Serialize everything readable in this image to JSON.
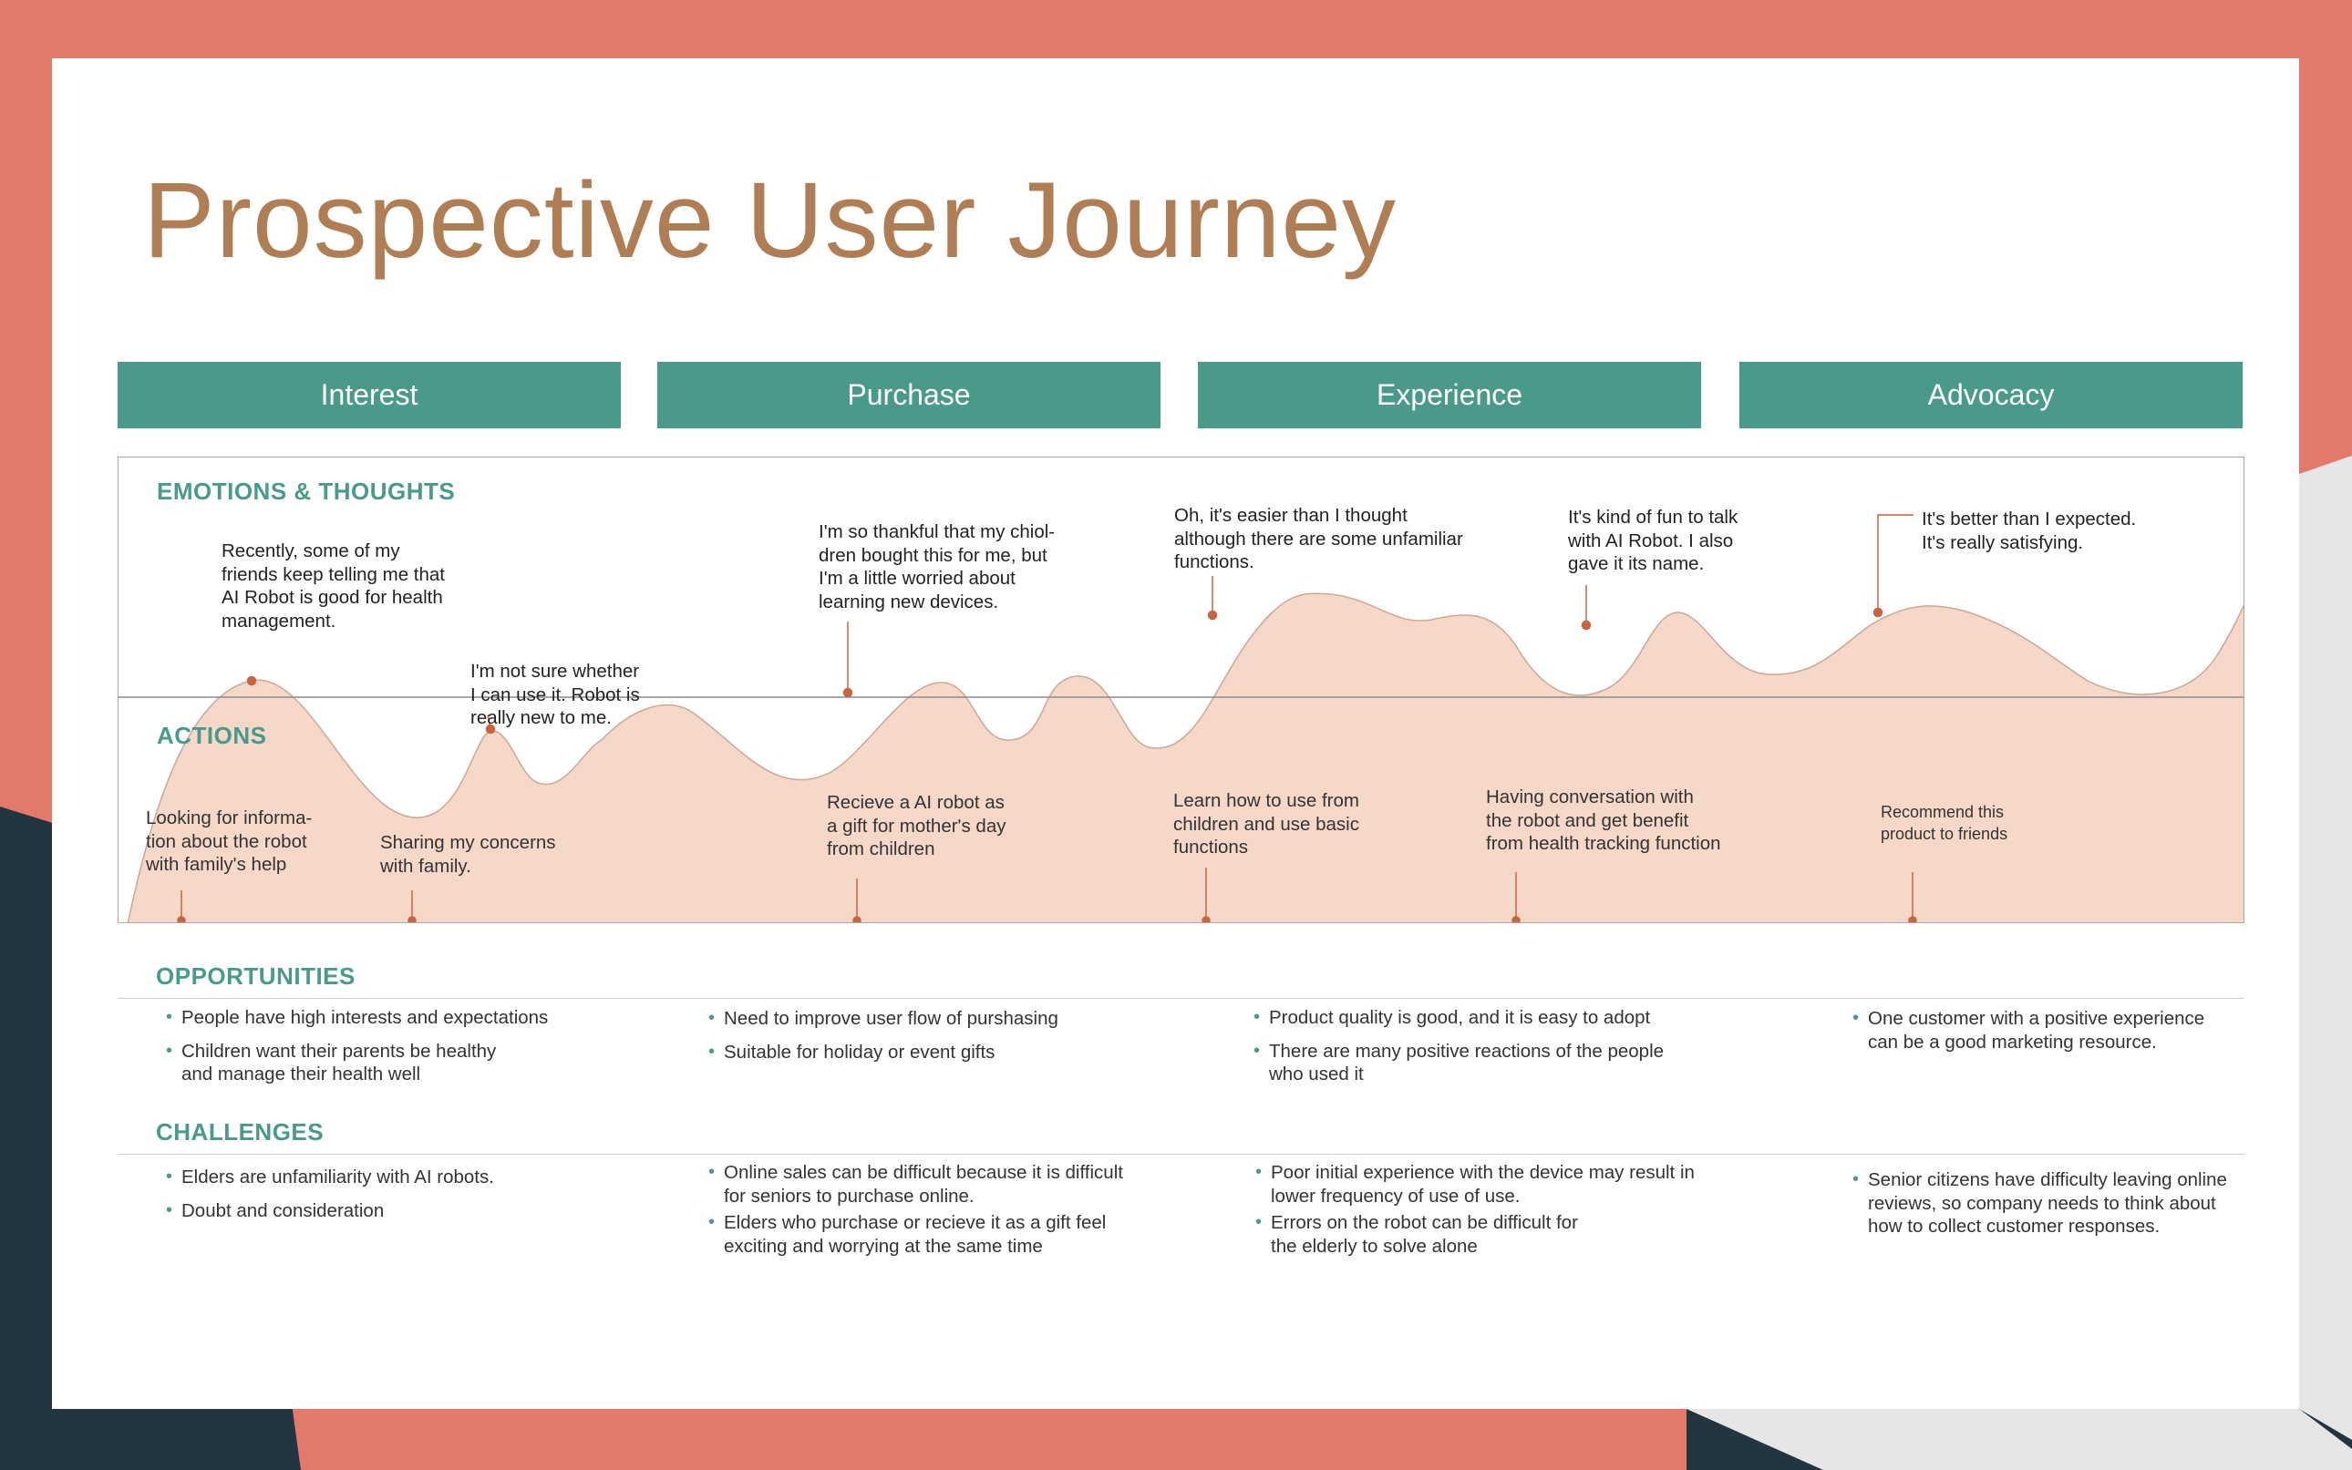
{
  "title": "Prospective User Journey",
  "stages": [
    "Interest",
    "Purchase",
    "Experience",
    "Advocacy"
  ],
  "sections": {
    "emotions": "EMOTIONS & THOUGHTS",
    "actions": "ACTIONS",
    "opportunities": "OPPORTUNITIES",
    "challenges": "CHALLENGES"
  },
  "thoughts": [
    [
      "Recently, some of my",
      "friends keep telling me that",
      "AI Robot is good for health",
      "management."
    ],
    [
      "I'm not sure whether",
      "I can use it. Robot is",
      "really new to me."
    ],
    [
      "I'm so thankful that my chiol-",
      "dren bought this for me, but",
      "I'm a little worried about",
      "learning new devices."
    ],
    [
      "Oh, it's easier than I thought",
      "although there are some unfamiliar",
      "functions."
    ],
    [
      "It's kind of fun to talk",
      "with AI Robot. I also",
      "gave it its name."
    ],
    [
      "It's better than I expected.",
      "It's really satisfying."
    ]
  ],
  "actions": [
    [
      "Looking for informa-",
      "tion about the robot",
      "with family's help"
    ],
    [
      "Sharing my concerns",
      "with family."
    ],
    [
      "Recieve a AI robot as",
      "a gift for mother's day",
      "from children"
    ],
    [
      "Learn how to use from",
      "children and use basic",
      "functions"
    ],
    [
      "Having conversation with",
      "the robot and get benefit",
      "from health tracking function"
    ],
    [
      "Recommend this",
      "product to friends"
    ]
  ],
  "opportunities": [
    [
      "People have high interests and expectations",
      "Children want their parents be healthy\nand manage their health well"
    ],
    [
      "Need to improve user flow of purshasing",
      "Suitable for holiday or event gifts"
    ],
    [
      "Product quality is good, and it is easy to adopt",
      "There are many positive reactions of the people\nwho used it"
    ],
    [
      "One customer with a positive experience\ncan be a good marketing resource."
    ]
  ],
  "challenges": [
    [
      "Elders are unfamiliarity with AI robots.",
      "Doubt and consideration"
    ],
    [
      "Online sales can be difficult because it is difficult\nfor seniors to purchase online.",
      "Elders who purchase or recieve it as a gift feel\nexciting and worrying at the same time"
    ],
    [
      "Poor initial experience with the device may result in\nlower frequency of use of use.",
      "Errors on the robot can be difficult for\nthe elderly to solve alone"
    ],
    [
      "Senior citizens have difficulty leaving online\nreviews, so company needs to think about\nhow to collect customer responses."
    ]
  ],
  "colors": {
    "accent": "#4a9a8c",
    "title": "#b07e55",
    "curve_fill": "#f6d8c8",
    "marker": "#c8653f",
    "background_coral": "#e27a6c",
    "background_navy": "#233640"
  },
  "emotion_curve": {
    "description_values": "relative emotion level per journey moment (0 = baseline)",
    "levels": [
      0.12,
      -0.28,
      0.1,
      0.46,
      0.35,
      0.38
    ]
  }
}
